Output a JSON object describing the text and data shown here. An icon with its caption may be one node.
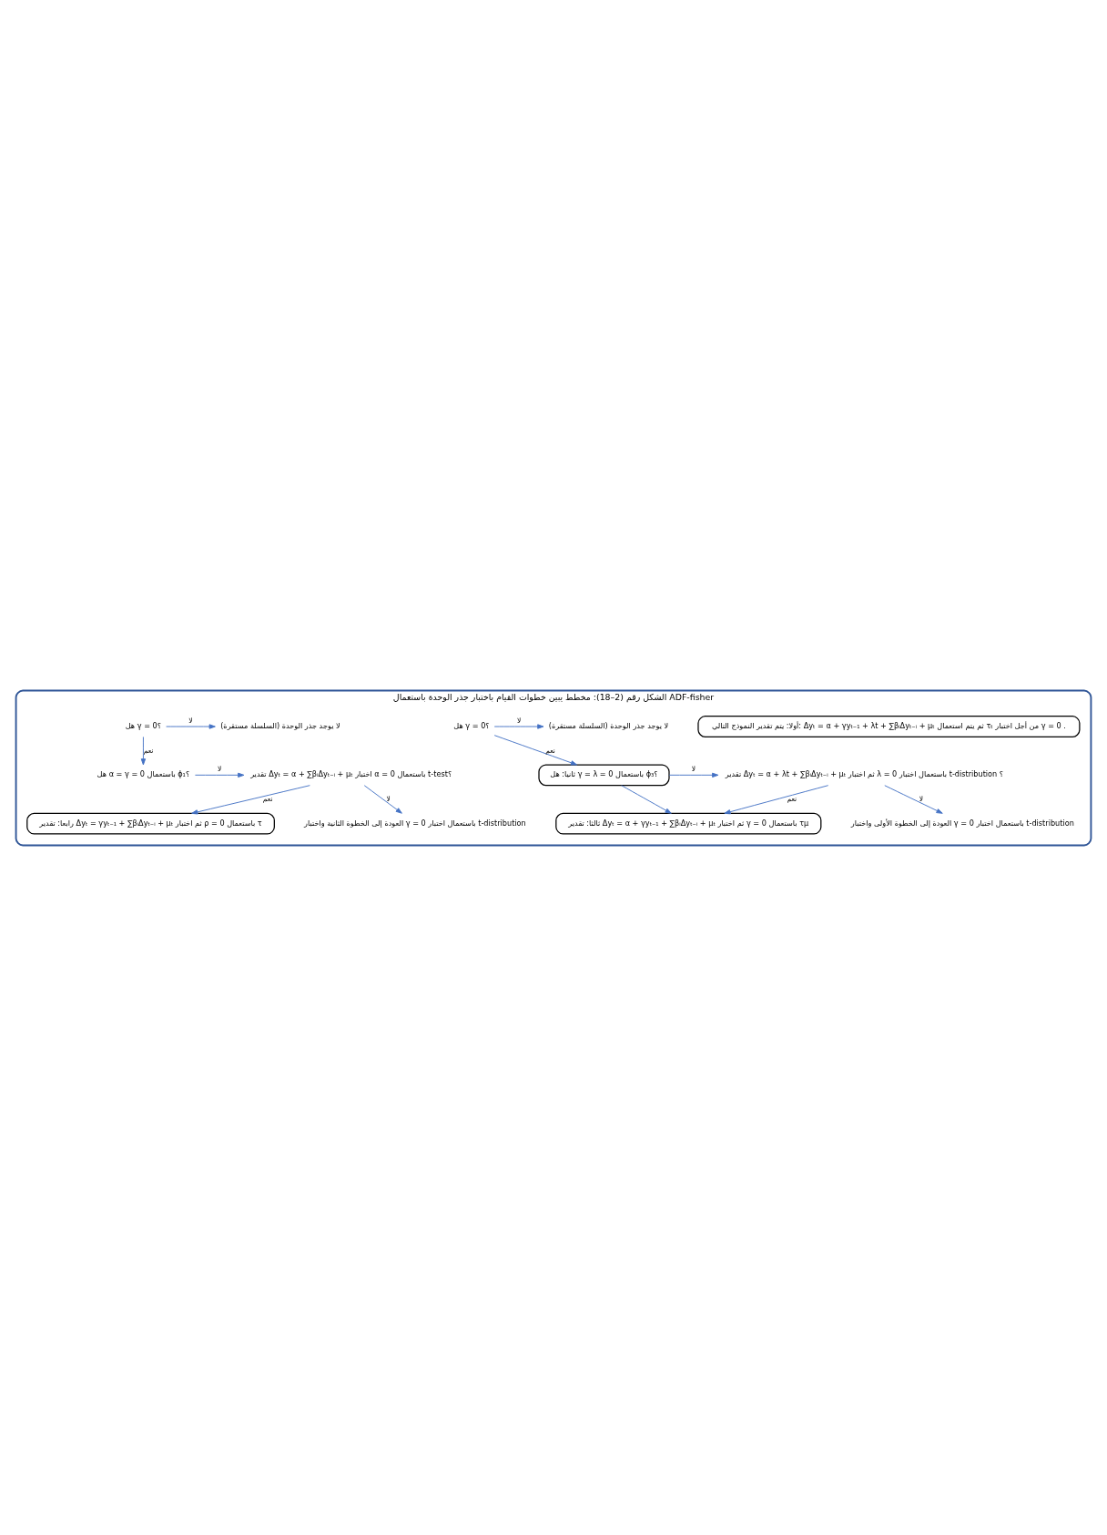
{
  "diagram": {
    "nodes": [
      {
        "text": [
          "الشكل رقم (2–18): مخطط يبين خطوات القيام باختبار جذر الوحدة باستعمال ADF-fisher"
        ]
      },
      {
        "text": [
          "أولا: يتم تقدير النموذج التالي: Δyₜ = α + γyₜ₋₁ + λt + ∑βᵢΔyₜ₋ᵢ + μₜ ثم يتم استعمال τₜ من أجل اختبار γ = 0 ."
        ],
        "in": 0
      },
      {
        "text": [
          "هل γ = 0؟"
        ],
        "in": 0
      },
      {
        "text": [
          "لا يوجد جذر الوحدة (السلسلة مستقرة)"
        ],
        "in": 0
      },
      {
        "text": [
          "ثانيا: هل γ = λ = 0 باستعمال ϕ₃؟"
        ],
        "in": 0
      },
      {
        "text": [
          "تقدير Δyₜ = α + λt + ∑βᵢΔyₜ₋ᵢ + μₜ ثم اختبار λ = 0 باستعمال اختبار t-distribution ؟"
        ],
        "in": 0
      },
      {
        "text": [
          "العودة إلى الخطوة الأولى واختبار γ = 0 باستعمال اختبار t-distribution"
        ],
        "in": 0
      },
      {
        "text": [
          "ثالثا: تقدير Δyₜ = α + γyₜ₋₁ + ∑βᵢΔyₜ₋ᵢ + μₜ ثم اختبار γ = 0 باستعمال τμ"
        ],
        "in": 0
      },
      {
        "text": [
          "هل γ = 0؟"
        ],
        "in": 0
      },
      {
        "text": [
          "لا يوجد جذر الوحدة (السلسلة مستقرة)"
        ],
        "in": 0
      },
      {
        "text": [
          "هل α = γ = 0 باستعمال ϕ₁؟"
        ],
        "in": 0
      },
      {
        "text": [
          "تقدير Δyₜ = α + ∑βᵢΔyₜ₋ᵢ + μₜ اختبار α = 0 باستعمال t-test؟"
        ],
        "in": 0
      },
      {
        "text": [
          "العودة إلى الخطوة الثانية واختبار γ = 0 باستعمال اختبار t-distribution"
        ],
        "in": 0
      },
      {
        "text": [
          "رابعا: تقدير Δyₜ = γyₜ₋₁ + ∑βᵢΔyₜ₋ᵢ + μₜ ثم اختبار ρ = 0 باستعمال τ"
        ],
        "in": 0
      }
    ],
    "edges": [
      {
        "from": 2,
        "to": 3,
        "arrow": "to",
        "label": "لا"
      },
      {
        "from": 2,
        "to": 4,
        "arrow": "to",
        "label": "نعم"
      },
      {
        "from": 4,
        "to": 5,
        "arrow": "to",
        "label": "لا"
      },
      {
        "from": 5,
        "to": 6,
        "arrow": "to",
        "label": "لا"
      },
      {
        "from": 5,
        "to": 7,
        "arrow": "to",
        "label": "نعم"
      },
      {
        "from": 4,
        "to": 7,
        "arrow": "to"
      },
      {
        "from": 8,
        "to": 9,
        "arrow": "to",
        "label": "لا"
      },
      {
        "from": 8,
        "to": 10,
        "arrow": "to",
        "label": "نعم"
      },
      {
        "from": 10,
        "to": 11,
        "arrow": "to",
        "label": "لا"
      },
      {
        "from": 11,
        "to": 12,
        "arrow": "to",
        "label": "لا"
      },
      {
        "from": 11,
        "to": 13,
        "arrow": "to",
        "label": "نعم"
      }
    ]
  }
}
